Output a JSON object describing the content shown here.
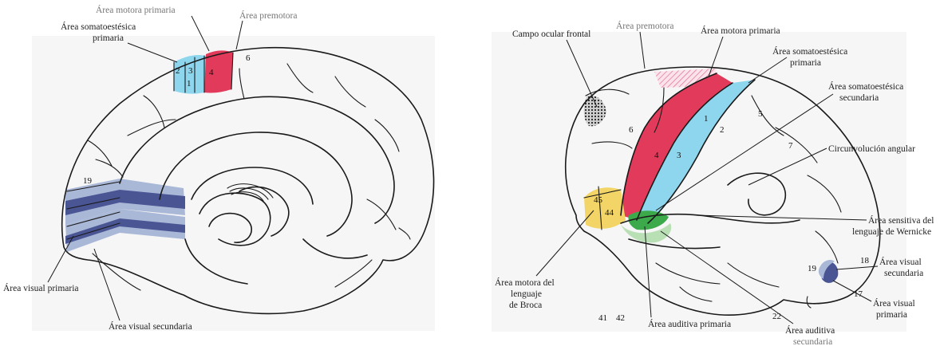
{
  "colors": {
    "primary_motor": "#e23a5a",
    "somatosensory": "#8ed6ee",
    "visual_primary": "#4a5594",
    "visual_secondary": "#aab8d8",
    "broca": "#f2d566",
    "auditory": "#3caa4a",
    "premotor_hatch": "#f0a0b8",
    "background_panel": "#f4f4f4"
  },
  "left": {
    "labels": {
      "motor_primaria": "Área motora primaria",
      "premotora": "Área premotora",
      "somato_1": "Área somatoestésica",
      "somato_2": "primaria",
      "visual_primaria": "Área visual primaria",
      "visual_secundaria": "Área visual secundaria"
    },
    "numbers": {
      "n2": "2",
      "n3": "3",
      "n1": "1",
      "n4": "4",
      "n6": "6",
      "n19": "19"
    }
  },
  "right": {
    "labels": {
      "campo_ocular": "Campo ocular frontal",
      "premotora": "Área premotora",
      "motora_primaria": "Área motora primaria",
      "somato_p1": "Área somatoestésica",
      "somato_p2": "primaria",
      "somato_s1": "Área somatoestésica",
      "somato_s2": "secundaria",
      "circunvolucion": "Circunvolución angular",
      "wernicke_1": "Área sensitiva del",
      "wernicke_2": "lenguaje de Wernicke",
      "broca_1": "Área motora del",
      "broca_2": "lenguaje",
      "broca_3": "de Broca",
      "vis_sec_1": "Área visual",
      "vis_sec_2": "secundaria",
      "vis_prim_1": "Área visual",
      "vis_prim_2": "primaria",
      "auditiva_primaria": "Área auditiva primaria",
      "auditiva_sec_1": "Área auditiva",
      "auditiva_sec_2": "secundaria"
    },
    "numbers": {
      "n6": "6",
      "n4": "4",
      "n3": "3",
      "n1": "1",
      "n2": "2",
      "n5": "5",
      "n7": "7",
      "n45": "45",
      "n44": "44",
      "n41": "41",
      "n42": "42",
      "n22": "22",
      "n19": "19",
      "n18": "18",
      "n17": "17"
    }
  }
}
